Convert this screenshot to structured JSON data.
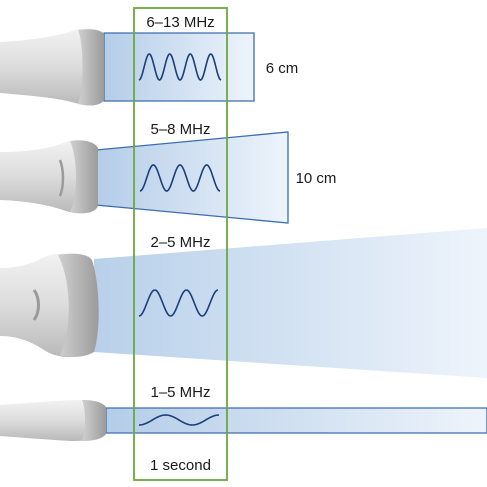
{
  "probes": [
    {
      "id": "linear-high",
      "frequency": "6–13 MHz",
      "depth": "6 cm"
    },
    {
      "id": "phased",
      "frequency": "5–8 MHz",
      "depth": "10 cm"
    },
    {
      "id": "curvilinear",
      "frequency": "2–5 MHz",
      "depth": ""
    },
    {
      "id": "pencil",
      "frequency": "1–5 MHz",
      "depth": ""
    }
  ],
  "time_window": {
    "label": "1 second"
  },
  "colors": {
    "window_border": "#6ba83d",
    "wave": "#1c3f7a",
    "beam_dark": "#a9c6e4",
    "beam_light": "#eaf2fa",
    "beam_edge": "#2f5fa3",
    "probe_body": "#d9d9d9",
    "probe_shadow": "#a9a9a9"
  }
}
